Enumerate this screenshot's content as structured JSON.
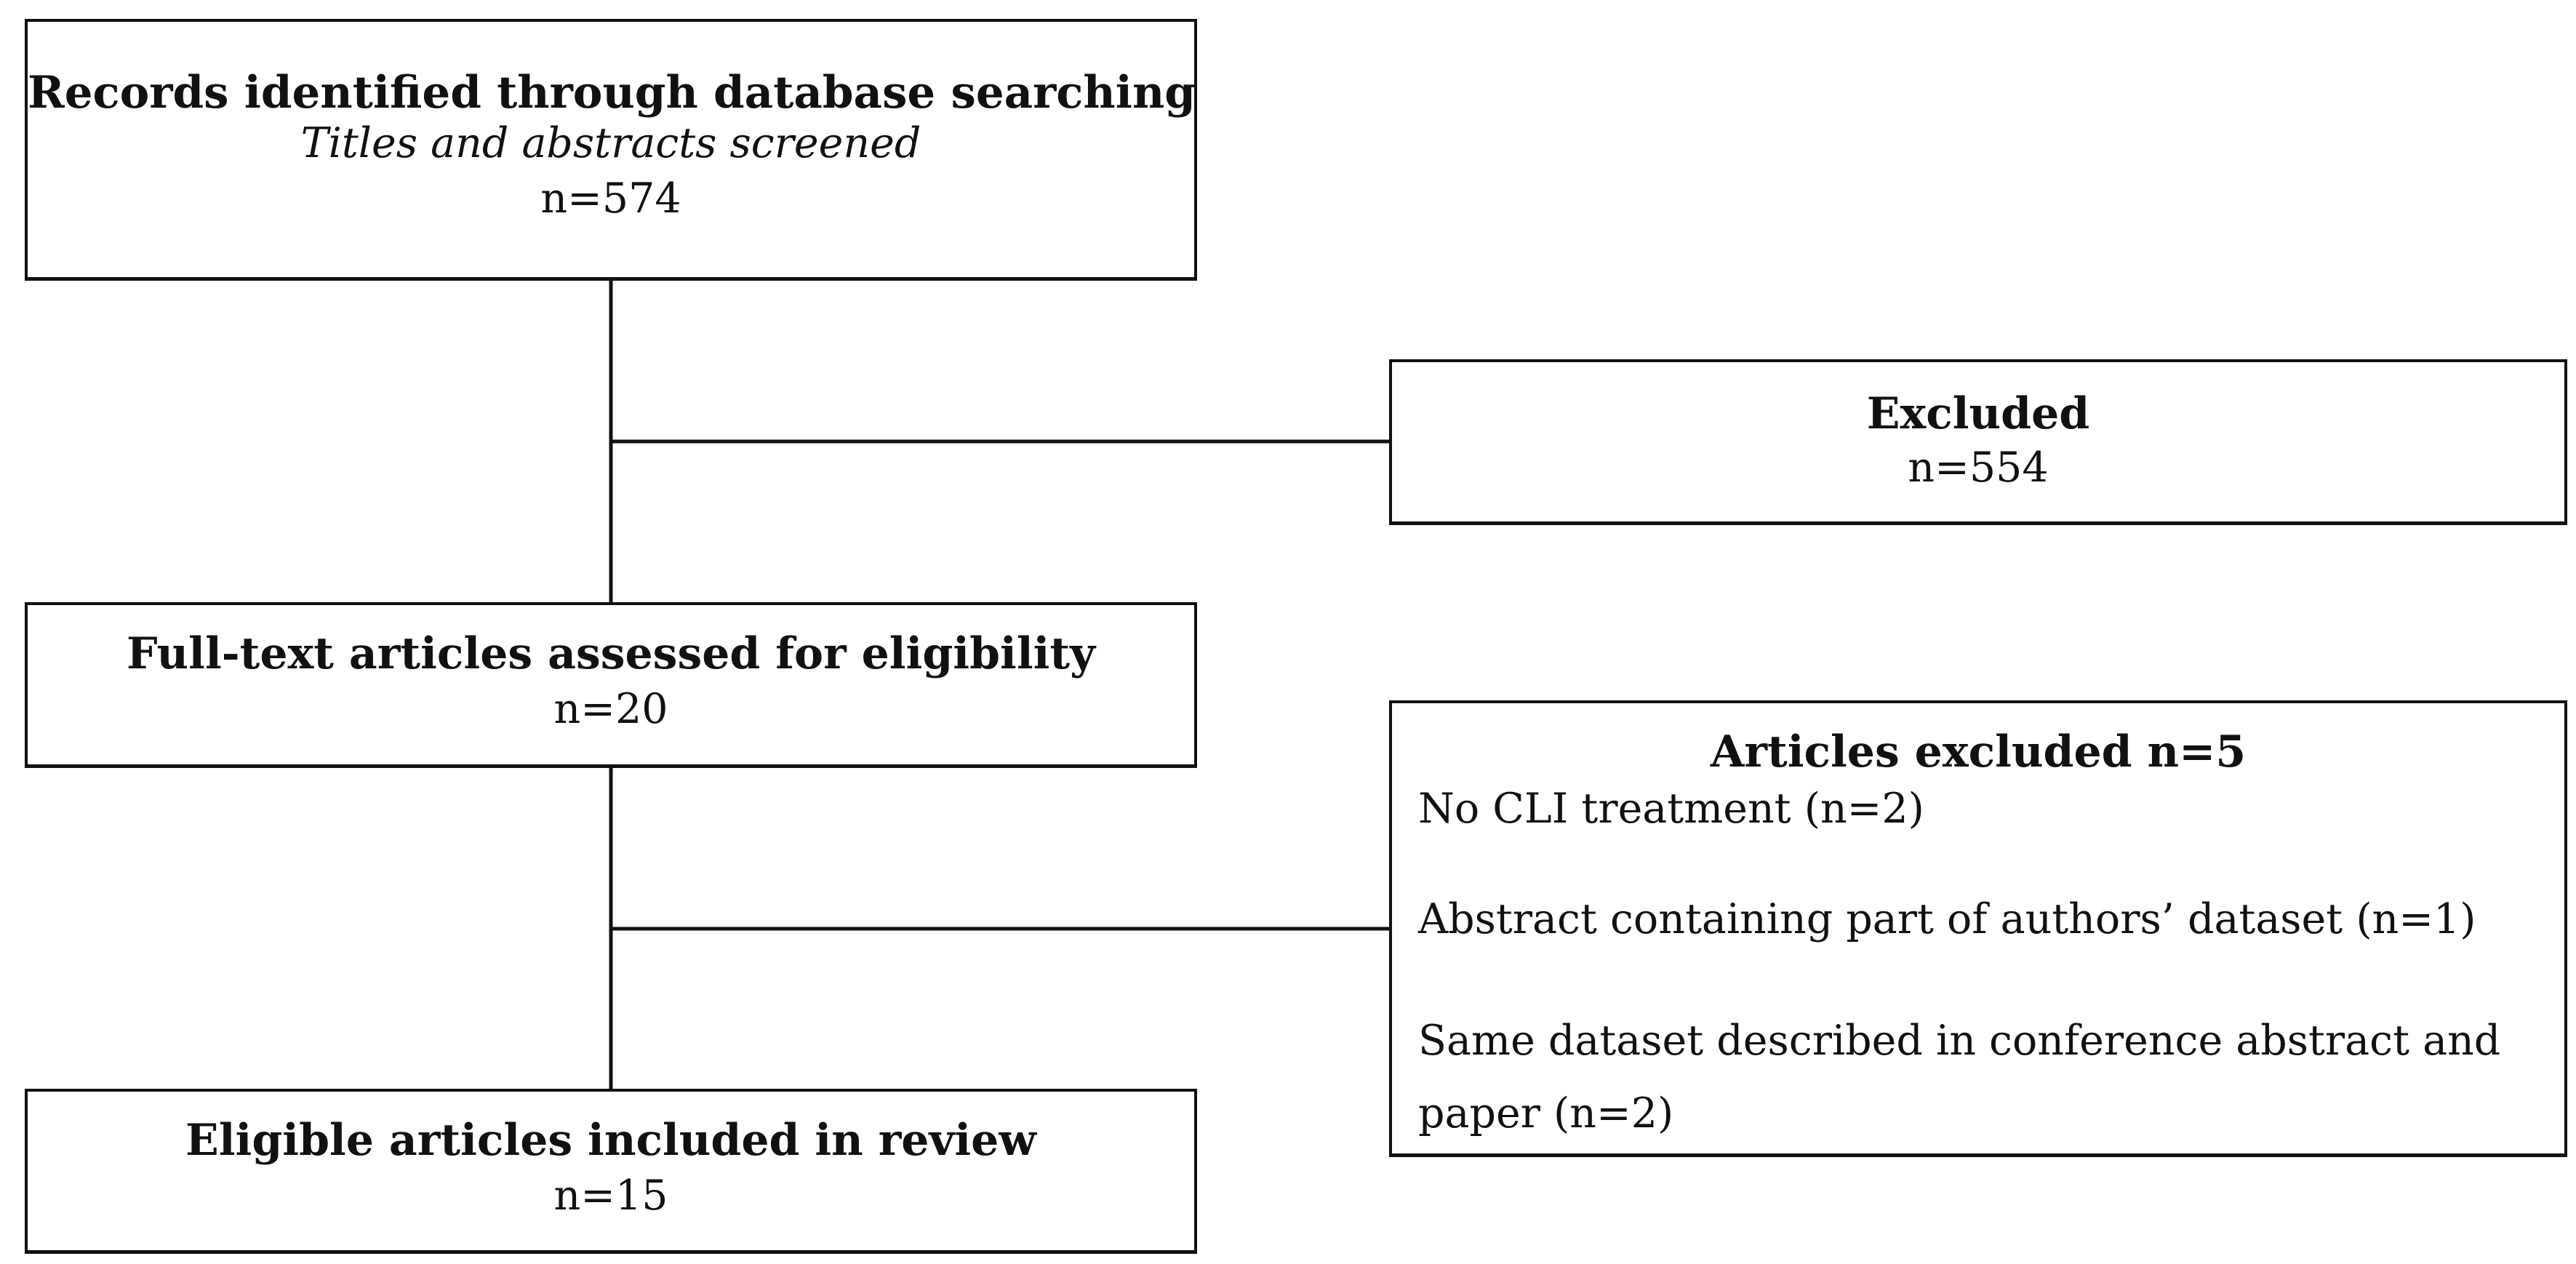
{
  "boxes": {
    "records": {
      "title": "Records identified through database searching",
      "subtitle": "Titles and abstracts screened",
      "count": "n=574"
    },
    "excluded": {
      "title": "Excluded",
      "count": "n=554"
    },
    "fulltext": {
      "title": "Full-text articles assessed for eligibility",
      "count": "n=20"
    },
    "articles_excluded": {
      "title": "Articles excluded n=5",
      "reasons": [
        "No CLI treatment (n=2)",
        "Abstract containing part of authors’ dataset (n=1)",
        "Same dataset described in conference abstract and paper (n=2)"
      ]
    },
    "eligible": {
      "title": "Eligible articles included in review",
      "count": "n=15"
    }
  },
  "colors": {
    "line": "#111111",
    "background": "#ffffff"
  }
}
